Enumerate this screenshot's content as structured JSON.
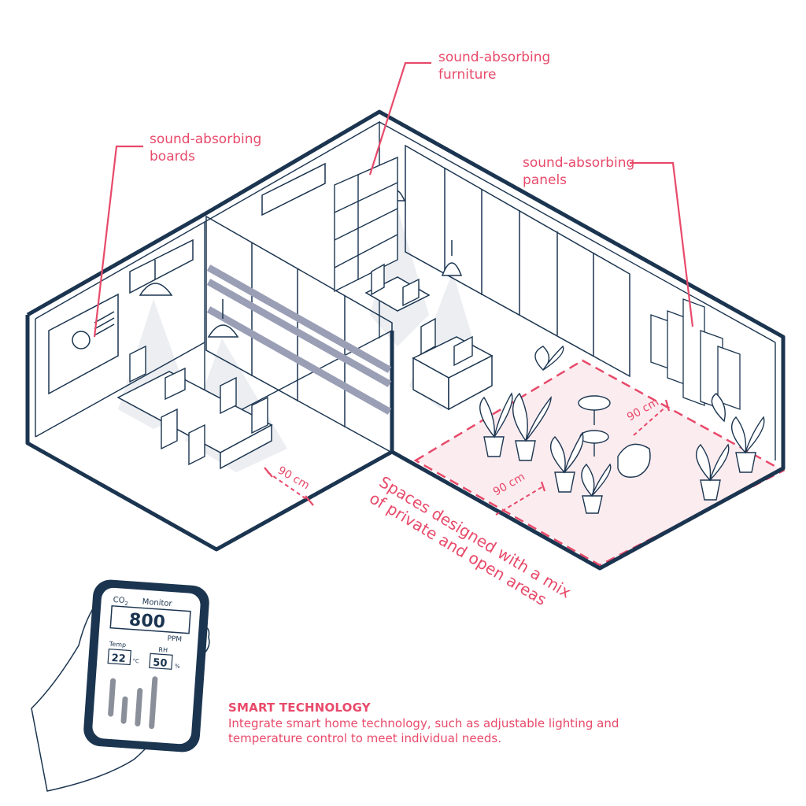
{
  "callouts": {
    "boards": {
      "line1": "sound-absorbing",
      "line2": "boards"
    },
    "furniture": {
      "line1": "sound-absorbing",
      "line2": "furniture"
    },
    "panels": {
      "line1": "sound-absorbing",
      "line2": "panels"
    }
  },
  "distances": {
    "left_room": "90 cm",
    "open_area_front": "90 cm",
    "open_area_right": "90 cm"
  },
  "open_area_label": {
    "line1": "Spaces designed with a mix",
    "line2": "of private and open areas"
  },
  "phone": {
    "co2_label": "CO",
    "co2_subscript": "2",
    "monitor_label": "Monitor",
    "co2_value": "800",
    "co2_unit": "PPM",
    "temp_label": "Temp",
    "temp_value": "22",
    "temp_unit": "°C",
    "rh_label": "RH",
    "rh_value": "50",
    "rh_unit": "%"
  },
  "smart_technology": {
    "title": "SMART TECHNOLOGY",
    "body": "Integrate smart home technology, such as  adjustable lighting and temperature control to meet individual needs."
  },
  "colors": {
    "outline": "#1b3550",
    "accent": "#e84a6a",
    "floor_tint": "#fbecef",
    "light_cone": "#eceef2",
    "glass_stripe": "#9a9fb6"
  }
}
